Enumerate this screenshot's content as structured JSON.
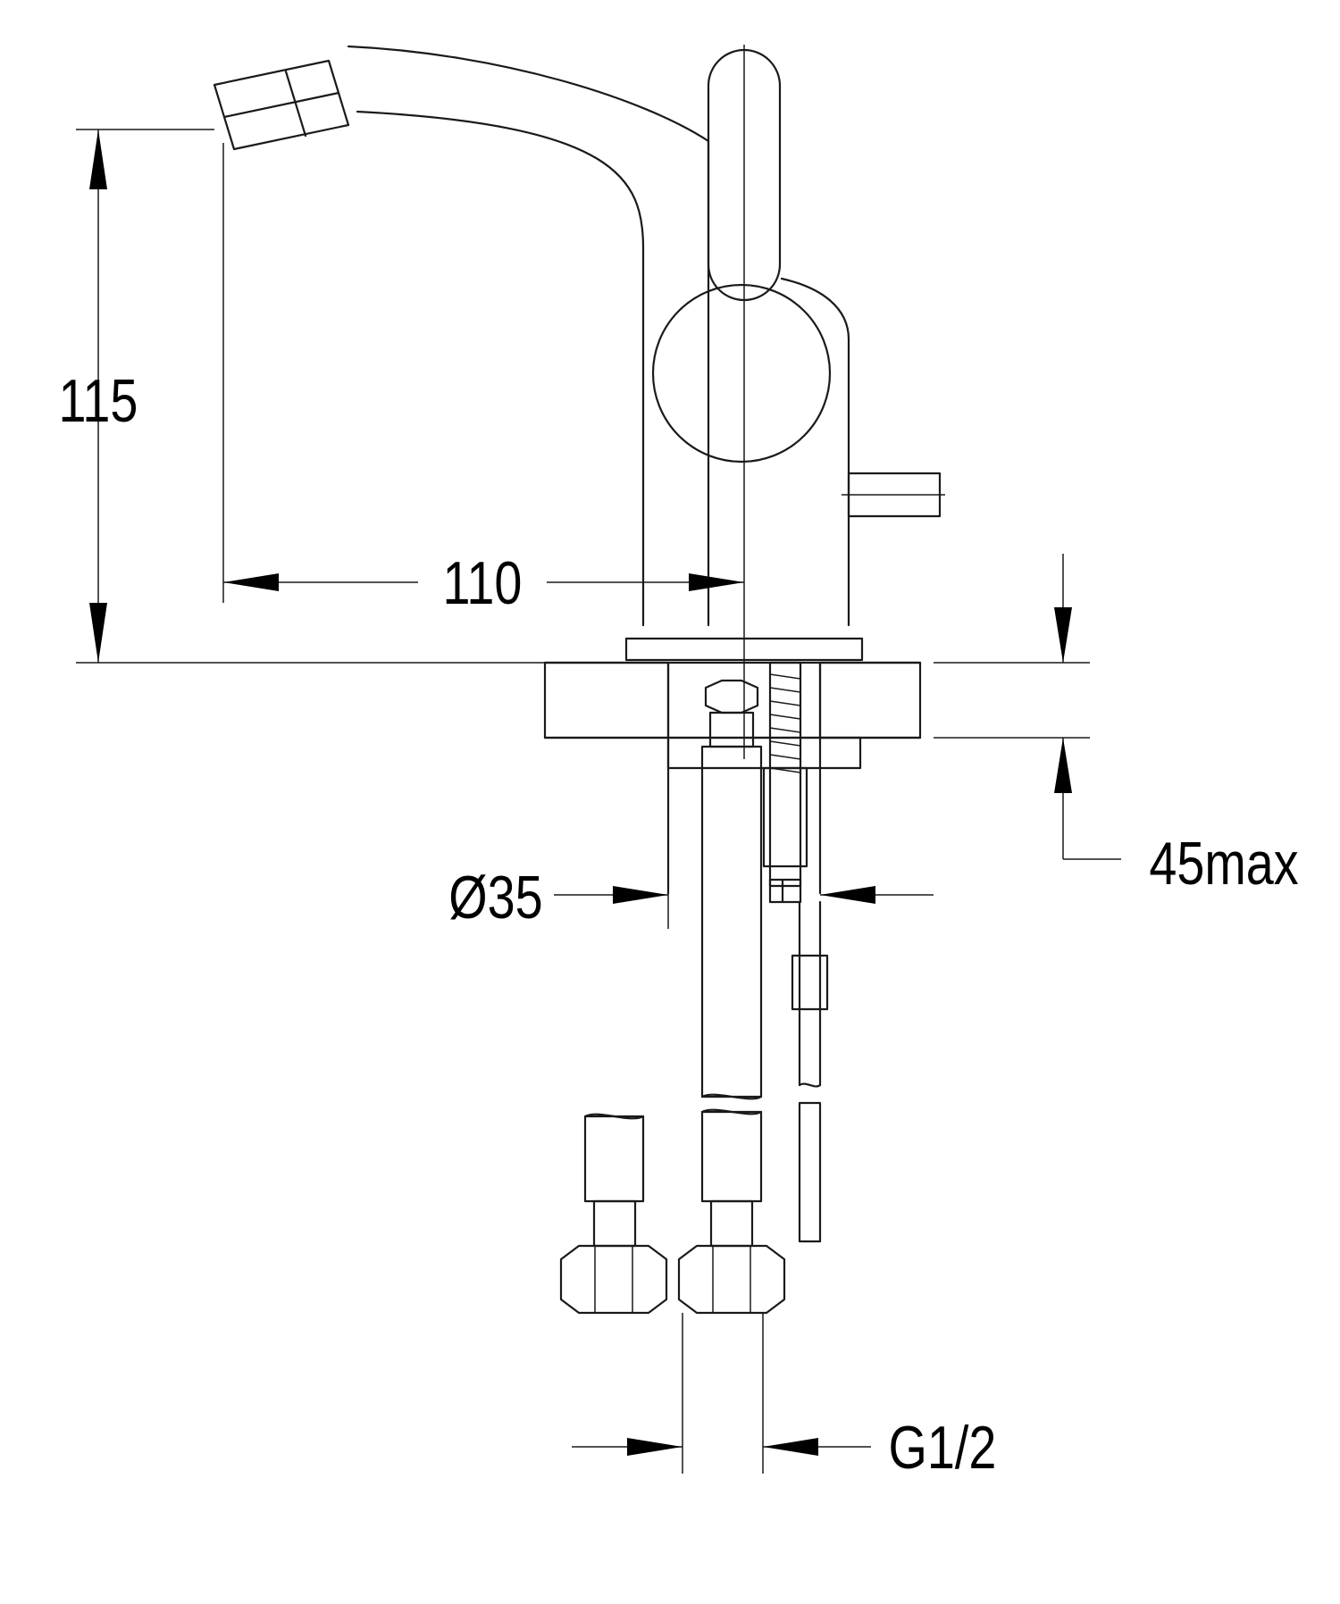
{
  "dimensions": {
    "height": "115",
    "reach": "110",
    "hole_diameter": "Ø35",
    "max_deck_thickness": "45max",
    "connection_thread": "G1/2"
  },
  "colors": {
    "line": "#1a1a1a",
    "background": "#ffffff"
  }
}
